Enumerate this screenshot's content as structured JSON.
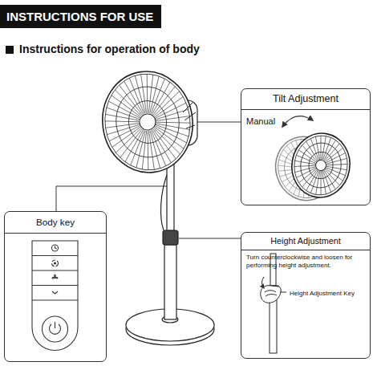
{
  "diagram": {
    "title": "INSTRUCTIONS FOR USE",
    "nodes": [
      {
        "text": [
          "Tilt Adjustment",
          "Manual"
        ]
      },
      {
        "text": [
          "Body key"
        ]
      },
      {
        "text": [
          "Height Adjustment",
          "Turn counterclockwise and loosen for performing height adjustment.",
          "Height Adjustment Key"
        ]
      }
    ],
    "labels": [
      "Instructions for operation of body"
    ]
  }
}
